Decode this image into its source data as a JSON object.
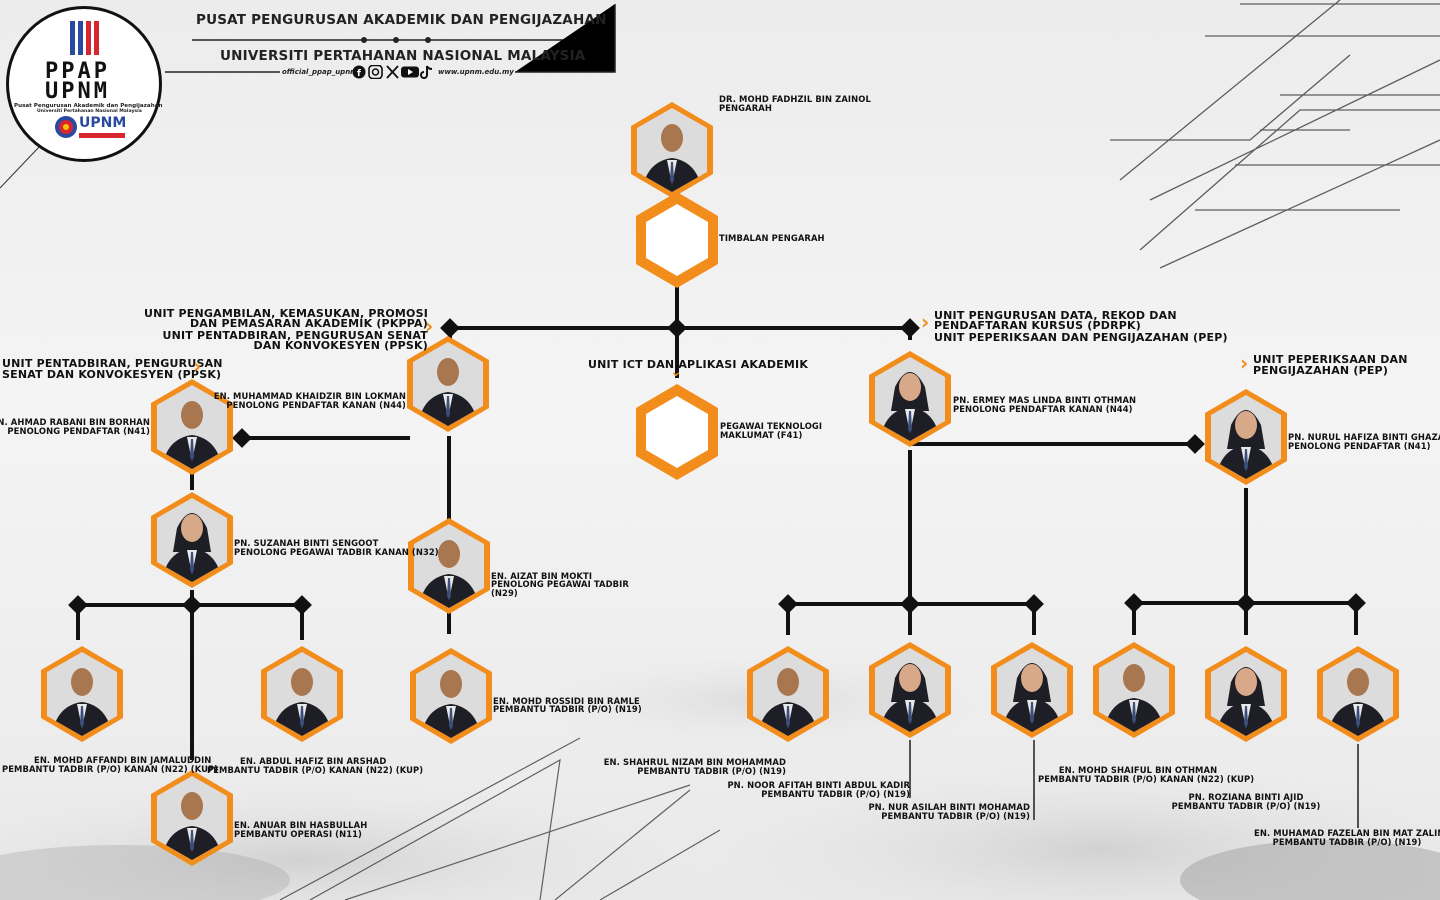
{
  "header": {
    "title1": "PUSAT PENGURUSAN AKADEMIK DAN PENGIJAZAHAN",
    "title2": "UNIVERSITI PERTAHANAN NASIONAL MALAYSIA",
    "social_handle": "official_ppap_upnm",
    "website": "www.upnm.edu.my",
    "social_icons": [
      "facebook-icon",
      "instagram-icon",
      "x-icon",
      "youtube-icon",
      "tiktok-icon"
    ]
  },
  "logo": {
    "line1": "PPAP",
    "line2": "UPNM",
    "caption1": "Pusat Pengurusan Akademik dan Pengijazahan",
    "caption2": "Universiti Pertahanan Nasional Malaysia",
    "brand": "UPNM"
  },
  "colors": {
    "accent": "#f28c1b",
    "line": "#111111",
    "suit": "#1e1f26"
  },
  "units": {
    "pkppa_1": "UNIT PENGAMBILAN, KEMASUKAN, PROMOSI",
    "pkppa_2": "DAN PEMASARAN AKADEMIK (PKPPA)",
    "ppsk_a1": "UNIT PENTADBIRAN, PENGURUSAN SENAT",
    "ppsk_a2": "DAN KONVOKESYEN (PPSK)",
    "ppsk_b1": "UNIT PENTADBIRAN, PENGURUSAN",
    "ppsk_b2": "SENAT DAN KONVOKESYEN (PPSK)",
    "ict": "UNIT ICT DAN APLIKASI AKADEMIK",
    "pdrpk_1": "UNIT PENGURUSAN DATA, REKOD DAN",
    "pdrpk_2": "PENDAFTARAN KURSUS (PDRPK)",
    "pep_a": "UNIT PEPERIKSAAN DAN PENGIJAZAHAN (PEP)",
    "pep_b1": "UNIT PEPERIKSAAN DAN",
    "pep_b2": "PENGIJAZAHAN (PEP)"
  },
  "people": {
    "pengarah": {
      "name": "DR. MOHD FADHZIL BIN ZAINOL",
      "title": "PENGARAH"
    },
    "timbalan": {
      "title": "TIMBALAN PENGARAH"
    },
    "khaidzir": {
      "name": "EN. MUHAMMAD KHAIDZIR BIN LOKMAN",
      "title": "PENOLONG PENDAFTAR KANAN (N44)"
    },
    "rabani": {
      "name": "EN. AHMAD RABANI BIN BORHAN",
      "title": "PENOLONG PENDAFTAR (N41)"
    },
    "suzanah": {
      "name": "PN. SUZANAH BINTI SENGOOT",
      "title": "PENOLONG PEGAWAI TADBIR KANAN (N32)"
    },
    "affandi": {
      "name": "EN. MOHD AFFANDI BIN JAMALUDDIN",
      "title": "PEMBANTU TADBIR (P/O) KANAN (N22) (KUP)"
    },
    "hafiz": {
      "name": "EN. ABDUL HAFIZ BIN ARSHAD",
      "title": "PEMBANTU TADBIR (P/O) KANAN (N22) (KUP)"
    },
    "anuar": {
      "name": "EN. ANUAR BIN HASBULLAH",
      "title": "PEMBANTU OPERASI (N11)"
    },
    "aizat": {
      "name": "EN. AIZAT BIN MOKTI",
      "title1": "PENOLONG PEGAWAI TADBIR",
      "title2": "(N29)"
    },
    "rossidi": {
      "name": "EN. MOHD ROSSIDI BIN RAMLE",
      "title": "PEMBANTU TADBIR (P/O) (N19)"
    },
    "ict_officer": {
      "title1": "PEGAWAI TEKNOLOGI",
      "title2": "MAKLUMAT (F41)"
    },
    "ermey": {
      "name": "PN. ERMEY MAS LINDA BINTI OTHMAN",
      "title": "PENOLONG PENDAFTAR KANAN (N44)"
    },
    "nurul": {
      "name": "PN. NURUL HAFIZA BINTI GHAZALI",
      "title": "PENOLONG PENDAFTAR (N41)"
    },
    "shahrul": {
      "name": "EN. SHAHRUL NIZAM BIN MOHAMMAD",
      "title": "PEMBANTU TADBIR (P/O) (N19)"
    },
    "afitah": {
      "name": "PN. NOOR AFITAH BINTI ABDUL KADIR",
      "title": "PEMBANTU TADBIR (P/O) (N19)"
    },
    "asilah": {
      "name": "PN. NUR ASILAH BINTI MOHAMAD",
      "title": "PEMBANTU TADBIR (P/O) (N19)"
    },
    "shaiful": {
      "name": "EN. MOHD SHAIFUL BIN OTHMAN",
      "title": "PEMBANTU TADBIR (P/O) KANAN (N22) (KUP)"
    },
    "roziana": {
      "name": "PN. ROZIANA BINTI AJID",
      "title": "PEMBANTU TADBIR (P/O) (N19)"
    },
    "fazelan": {
      "name": "EN. MUHAMAD FAZELAN BIN MAT ZALIN",
      "title": "PEMBANTU TADBIR (P/O) (N19)"
    }
  }
}
